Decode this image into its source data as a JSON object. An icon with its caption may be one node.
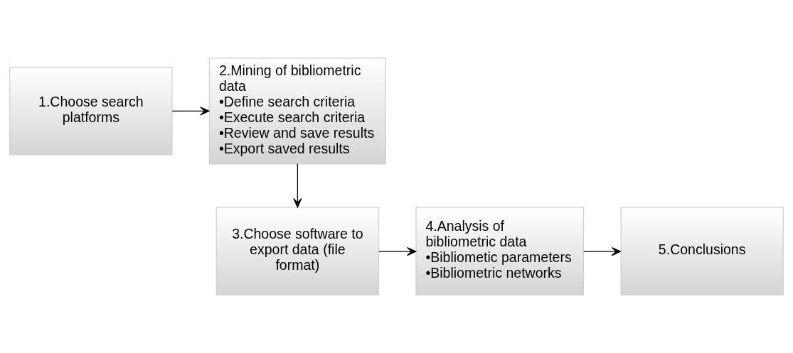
{
  "diagram": {
    "nodes": [
      {
        "text": [
          "1.Choose search platforms"
        ]
      },
      {
        "text": [
          "2.Mining of bibliometric data",
          "•Define search criteria",
          "•Execute search criteria",
          "•Review and save results",
          "•Export saved results"
        ]
      },
      {
        "text": [
          "3.Choose software to export data (file format)"
        ]
      },
      {
        "text": [
          "4.Analysis of bibliometric data",
          "•Bibliometic parameters",
          "•Bibliometric networks"
        ]
      },
      {
        "text": [
          "5.Conclusions"
        ]
      }
    ],
    "edges": [
      {
        "from": 0,
        "to": 1,
        "arrow": "to"
      },
      {
        "from": 1,
        "to": 2,
        "arrow": "to"
      },
      {
        "from": 2,
        "to": 3,
        "arrow": "to"
      },
      {
        "from": 3,
        "to": 4,
        "arrow": "to"
      }
    ]
  }
}
